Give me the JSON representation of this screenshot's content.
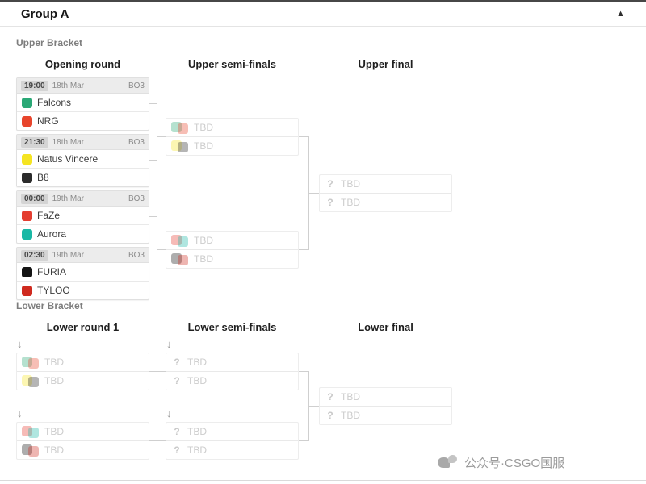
{
  "page": {
    "title": "Group A"
  },
  "icons": {
    "collapse": "▲",
    "drop": "↓"
  },
  "labels": {
    "tbd": "TBD",
    "unknown": "?"
  },
  "upper": {
    "section": "Upper Bracket",
    "columns": [
      "Opening round",
      "Upper semi-finals",
      "Upper final"
    ],
    "matches": [
      {
        "time": "19:00",
        "date": "18th Mar",
        "format": "BO3",
        "team1": "Falcons",
        "team2": "NRG"
      },
      {
        "time": "21:30",
        "date": "18th Mar",
        "format": "BO3",
        "team1": "Natus Vincere",
        "team2": "B8"
      },
      {
        "time": "00:00",
        "date": "19th Mar",
        "format": "BO3",
        "team1": "FaZe",
        "team2": "Aurora"
      },
      {
        "time": "02:30",
        "date": "19th Mar",
        "format": "BO3",
        "team1": "FURIA",
        "team2": "TYLOO"
      }
    ]
  },
  "lower": {
    "section": "Lower Bracket",
    "columns": [
      "Lower round 1",
      "Lower semi-finals",
      "Lower final"
    ]
  },
  "watermark": {
    "text": "公众号·CSGO国服"
  },
  "colors": {
    "falcons": "#2aa876",
    "nrg": "#e8452c",
    "navi": "#f5e422",
    "b8": "#2b2b2b",
    "faze": "#e43d30",
    "aurora": "#19b8a5",
    "furia": "#141414",
    "tyloo": "#cf2a1f"
  }
}
